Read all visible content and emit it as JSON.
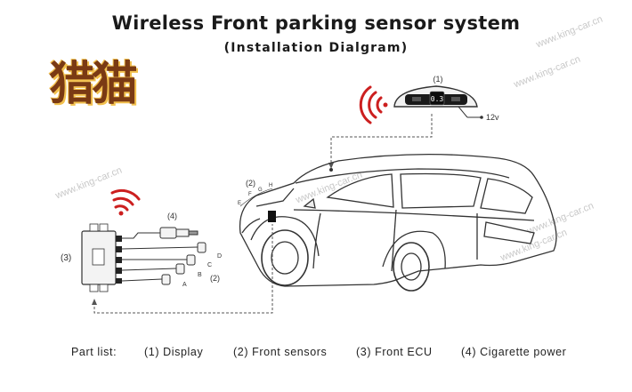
{
  "header": {
    "title": "Wireless Front parking sensor system",
    "subtitle": "(Installation Dialgram)"
  },
  "logo": {
    "text": "猎猫"
  },
  "watermark": "www.king-car.cn",
  "display": {
    "label": "(1)",
    "readout": "0.3",
    "power": "12v"
  },
  "car": {
    "label": "(2)",
    "sensor_letters": [
      "E",
      "F",
      "G",
      "H"
    ]
  },
  "ecu": {
    "label": "(3)"
  },
  "plug": {
    "label": "(4)"
  },
  "sensors": {
    "label": "(2)",
    "letters": [
      "A",
      "B",
      "C",
      "D"
    ]
  },
  "parts_list": {
    "heading": "Part list:",
    "items": [
      "(1) Display",
      "(2) Front sensors",
      "(3) Front ECU",
      "(4) Cigarette power"
    ]
  },
  "colors": {
    "wireless_signal": "#cc1f1f",
    "logo_text": "#7a3a14",
    "logo_outline": "#f2c14e"
  }
}
